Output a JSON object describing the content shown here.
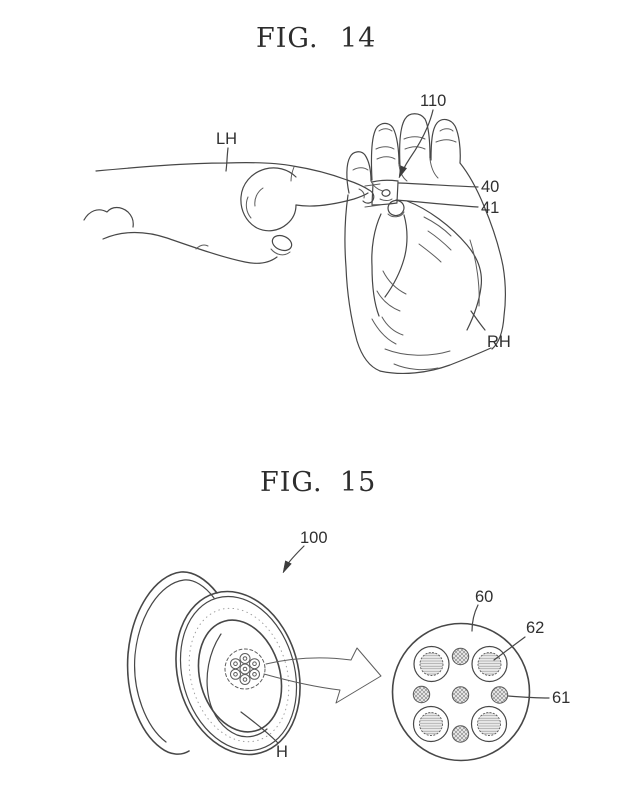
{
  "document_type": "patent-figure-sheet",
  "figure14": {
    "title_prefix": "FIG.",
    "title_number": "14",
    "labels": {
      "left_hand": "LH",
      "right_hand": "RH",
      "ring_device": "110",
      "ref_40": "40",
      "ref_41": "41"
    }
  },
  "figure15": {
    "title_prefix": "FIG.",
    "title_number": "15",
    "labels": {
      "ring_device": "100",
      "inner_surface": "H",
      "sensor_face": "60",
      "large_electrode": "62",
      "small_electrode": "61"
    }
  },
  "colors": {
    "line": "#474747",
    "text": "#2f2f2f",
    "background": "#ffffff",
    "hatch_fill": "#ebebeb"
  }
}
